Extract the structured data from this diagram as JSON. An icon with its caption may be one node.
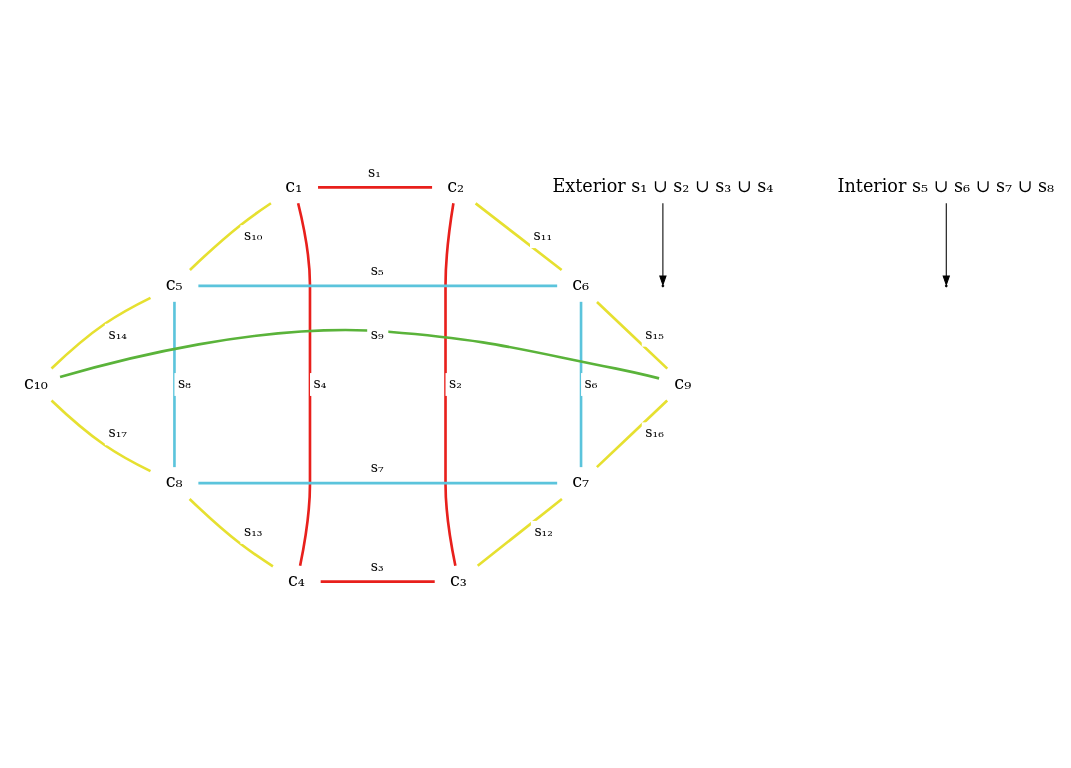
{
  "diagram": {
    "nodes": [
      {
        "text": [
          "c₁"
        ]
      },
      {
        "text": [
          "c₂"
        ]
      },
      {
        "text": [
          "c₃"
        ]
      },
      {
        "text": [
          "c₄"
        ]
      },
      {
        "text": [
          "c₅"
        ]
      },
      {
        "text": [
          "c₆"
        ]
      },
      {
        "text": [
          "c₇"
        ]
      },
      {
        "text": [
          "c₈"
        ]
      },
      {
        "text": [
          "c₉"
        ]
      },
      {
        "text": [
          "c₁₀"
        ]
      },
      {
        "text": [
          "Exterior s₁ ∪ s₂ ∪ s₃ ∪ s₄"
        ]
      },
      {
        "text": [
          "Interior s₅ ∪ s₆ ∪ s₇ ∪ s₈"
        ]
      }
    ],
    "edges": [
      {
        "from": 0,
        "to": 1,
        "arrow": "none",
        "label": "s₁",
        "color": "#e8201c"
      },
      {
        "from": 1,
        "to": 2,
        "arrow": "none",
        "label": "s₂",
        "color": "#e8201c"
      },
      {
        "from": 2,
        "to": 3,
        "arrow": "none",
        "label": "s₃",
        "color": "#e8201c"
      },
      {
        "from": 3,
        "to": 0,
        "arrow": "none",
        "label": "s₄",
        "color": "#e8201c"
      },
      {
        "from": 4,
        "to": 5,
        "arrow": "none",
        "label": "s₅",
        "color": "#5bc4dc"
      },
      {
        "from": 5,
        "to": 6,
        "arrow": "none",
        "label": "s₆",
        "color": "#5bc4dc"
      },
      {
        "from": 6,
        "to": 7,
        "arrow": "none",
        "label": "s₇",
        "color": "#5bc4dc"
      },
      {
        "from": 7,
        "to": 4,
        "arrow": "none",
        "label": "s₈",
        "color": "#5bc4dc"
      },
      {
        "from": 9,
        "to": 8,
        "arrow": "none",
        "label": "s₉",
        "color": "#5ab33a"
      },
      {
        "from": 0,
        "to": 4,
        "arrow": "none",
        "label": "s₁₀",
        "color": "#e6e030"
      },
      {
        "from": 1,
        "to": 5,
        "arrow": "none",
        "label": "s₁₁",
        "color": "#e6e030"
      },
      {
        "from": 6,
        "to": 2,
        "arrow": "none",
        "label": "s₁₂",
        "color": "#e6e030"
      },
      {
        "from": 3,
        "to": 7,
        "arrow": "none",
        "label": "s₁₃",
        "color": "#e6e030"
      },
      {
        "from": 4,
        "to": 9,
        "arrow": "none",
        "label": "s₁₄",
        "color": "#e6e030"
      },
      {
        "from": 5,
        "to": 8,
        "arrow": "none",
        "label": "s₁₅",
        "color": "#e6e030"
      },
      {
        "from": 8,
        "to": 6,
        "arrow": "none",
        "label": "s₁₆",
        "color": "#e6e030"
      },
      {
        "from": 9,
        "to": 7,
        "arrow": "none",
        "label": "s₁₇",
        "color": "#e6e030"
      },
      {
        "from": 10,
        "to": null,
        "arrow": "to",
        "color": "#000000"
      },
      {
        "from": 11,
        "to": null,
        "arrow": "to",
        "color": "#000000"
      }
    ]
  }
}
